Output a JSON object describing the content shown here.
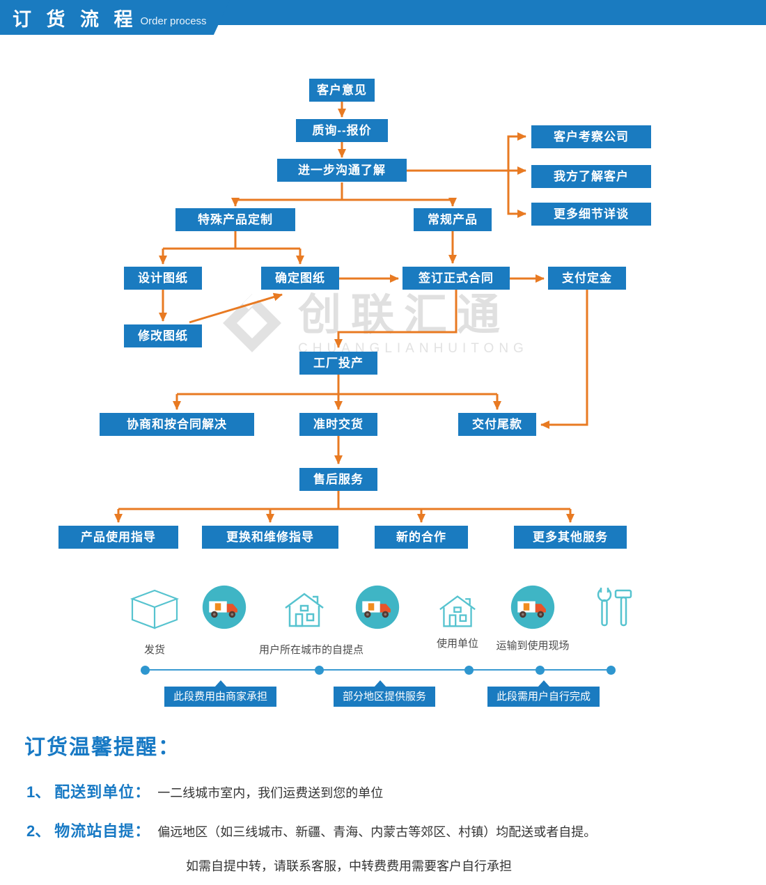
{
  "header": {
    "title": "订 货 流 程",
    "subtitle": "Order process"
  },
  "flow": {
    "nodes": {
      "feedback": "客户意见",
      "quote": "质询--报价",
      "comm": "进一步沟通了解",
      "visit": "客户考察公司",
      "know": "我方了解客户",
      "details": "更多细节详谈",
      "custom": "特殊产品定制",
      "regular": "常规产品",
      "design": "设计图纸",
      "confirm": "确定图纸",
      "contract": "签订正式合同",
      "deposit": "支付定金",
      "modify": "修改图纸",
      "produce": "工厂投产",
      "negotiate": "协商和按合同解决",
      "delivery": "准时交货",
      "balance": "交付尾款",
      "service": "售后服务",
      "guide": "产品使用指导",
      "repair": "更换和维修指导",
      "coop": "新的合作",
      "more": "更多其他服务"
    }
  },
  "watermark": {
    "cn": "创联汇通",
    "en": "CHUANGLIANHUITONG"
  },
  "logistics": {
    "labels": {
      "ship": "发货",
      "pickup": "用户所在城市的自提点",
      "unit": "使用单位",
      "site": "运输到使用现场"
    },
    "banners": [
      "此段费用由商家承担",
      "部分地区提供服务",
      "此段需用户自行完成"
    ]
  },
  "notice": {
    "title": "订货温馨提醒：",
    "items": [
      {
        "no": "1、",
        "label": "配送到单位：",
        "text": "一二线城市室内，我们运费送到您的单位"
      },
      {
        "no": "2、",
        "label": "物流站自提：",
        "text": "偏远地区（如三线城市、新疆、青海、内蒙古等郊区、村镇）均配送或者自提。"
      }
    ],
    "extra": "如需自提中转，请联系客服，中转费费用需要客户自行承担"
  },
  "colors": {
    "box_blue": "#1a7bc0",
    "arrow_orange": "#e87a22",
    "teal": "#3fb5c5",
    "heading_blue": "#1779c4"
  }
}
